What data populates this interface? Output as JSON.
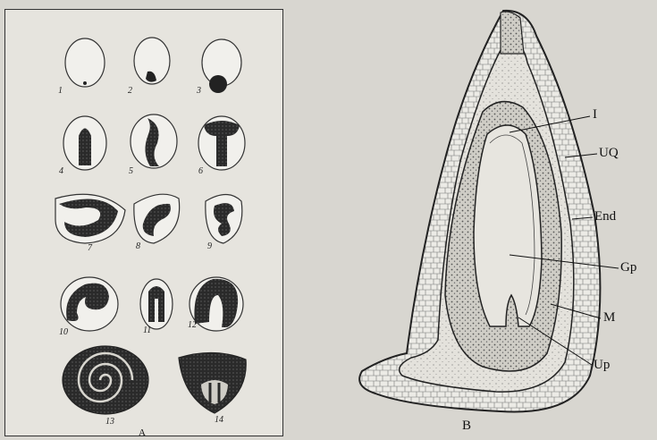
{
  "panel_a": {
    "label": "A",
    "figure_numbers": [
      "1",
      "2",
      "3",
      "4",
      "5",
      "6",
      "7",
      "8",
      "9",
      "10",
      "11",
      "12",
      "13",
      "14"
    ]
  },
  "panel_b": {
    "label": "B",
    "labels": {
      "I": "I",
      "UQ": "UQ",
      "End": "End",
      "Gp": "Gp",
      "M": "M",
      "Up": "Up"
    }
  }
}
